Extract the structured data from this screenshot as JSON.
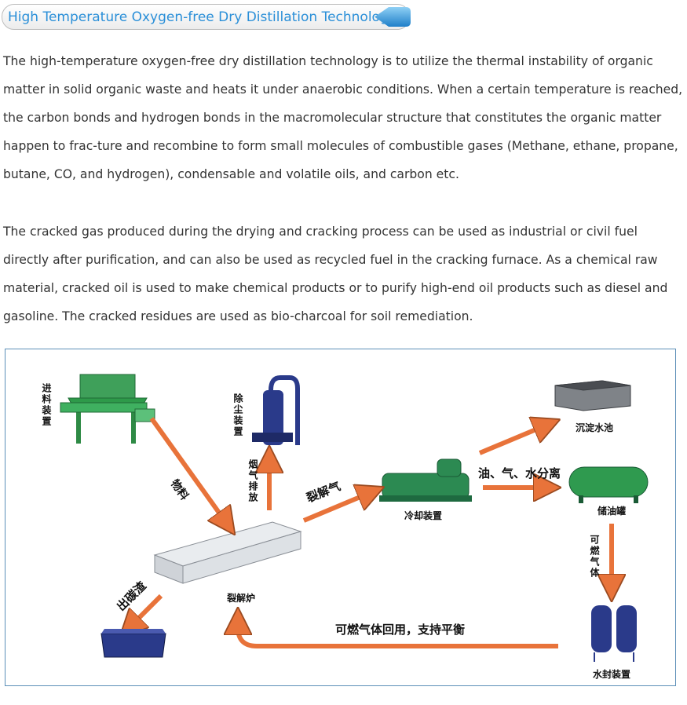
{
  "header": {
    "title": "High Temperature Oxygen-free Dry Distillation Technology"
  },
  "paragraphs": [
    "The high-temperature oxygen-free dry distillation technology is to utilize the thermal instability of organic matter in solid organic waste and heats it under anaerobic conditions. When a certain temperature is reached, the carbon bonds and hydrogen bonds in the macromolecular structure that constitutes the organic matter happen to frac-ture and recombine to form small molecules of combustible gases (Methane, ethane, propane, butane, CO, and hydrogen), condensable and volatile oils, and carbon etc.",
    "The cracked gas produced during the drying and cracking process can be used as industrial or civil fuel directly after purification, and can also be used as recycled fuel in the cracking furnace. As a chemical raw material, cracked oil is used to make chemical products or to purify high-end oil products such as diesel and gasoline. The cracked residues are used as bio-charcoal for soil remediation."
  ],
  "diagram": {
    "feeder": "进料装置",
    "material": "物料",
    "dust_removal": "除尘装置",
    "smoke_exhaust": "烟气排放",
    "furnace": "裂解炉",
    "cracked_gas": "裂解气",
    "cooling": "冷却装置",
    "separation": "油、气、水分离",
    "sedimentation": "沉淀水池",
    "storage_tank": "储油罐",
    "combustible_gas": "可燃气体",
    "water_seal": "水封装置",
    "recycle": "可燃气体回用，支持平衡",
    "carbon_residue": "出碳渣"
  },
  "colors": {
    "header_text": "#2a8fd8",
    "arrow": "#e8733a",
    "equipment_green": "#2e9a4a",
    "equipment_blue": "#2a3a8a",
    "frame_border": "#5c8fb8"
  }
}
